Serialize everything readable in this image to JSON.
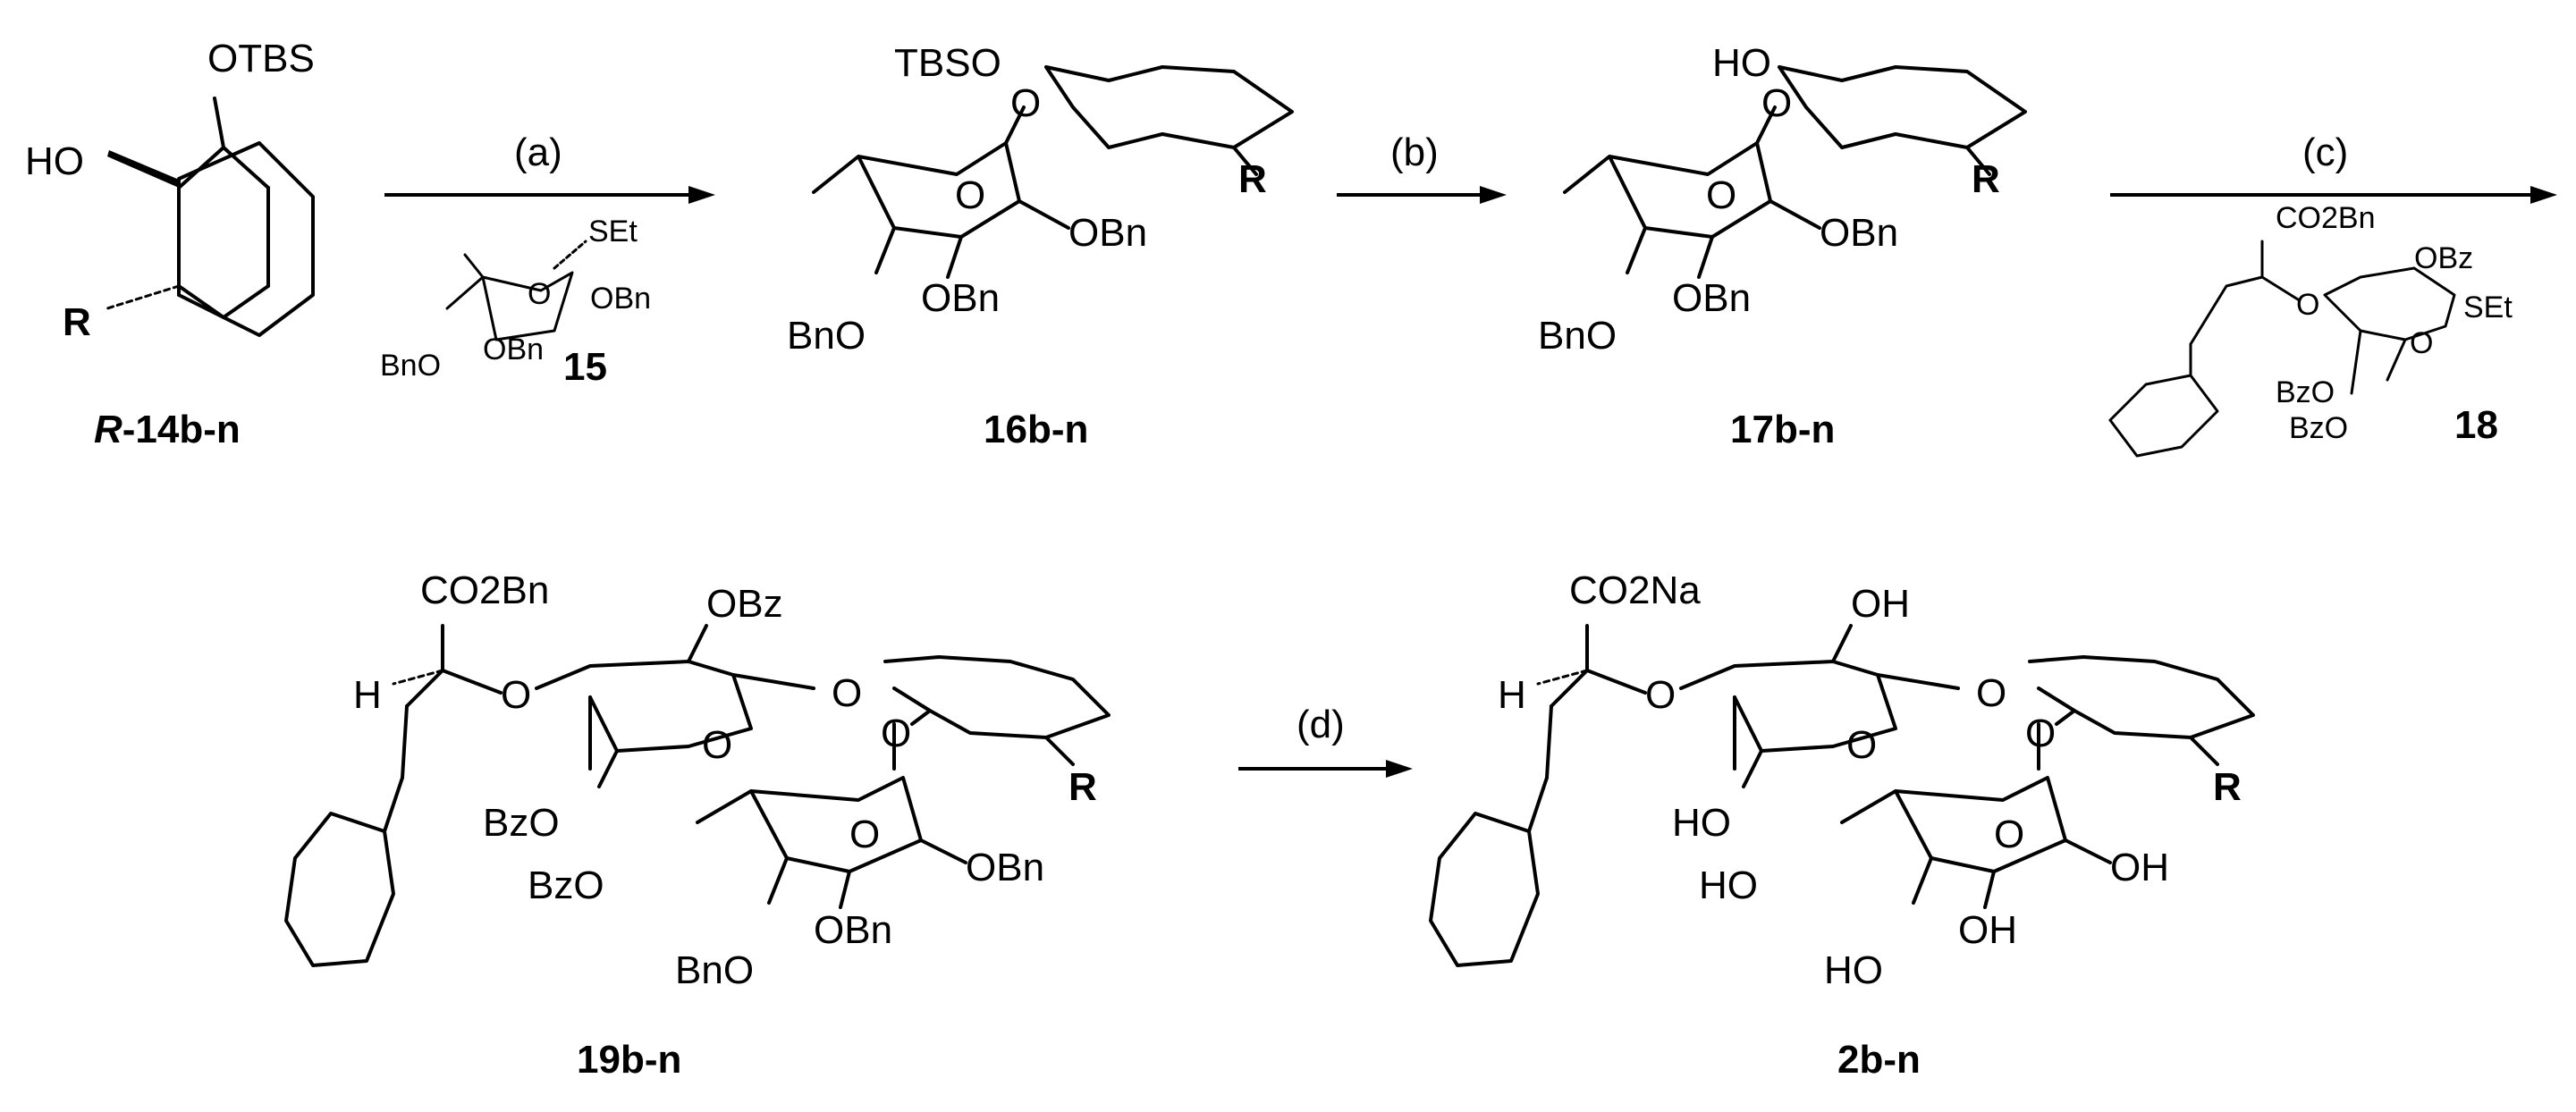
{
  "scheme": {
    "compounds": {
      "c14": {
        "prefix": "R",
        "label": "-14b-n",
        "sub": {
          "otbs": "OTBS",
          "ho": "HO",
          "r": "R"
        }
      },
      "c15": {
        "label": "15",
        "sub": {
          "set": "SEt",
          "obn": "OBn",
          "obn2": "OBn",
          "bno": "BnO"
        }
      },
      "c16": {
        "label": "16b-n",
        "sub": {
          "tbso": "TBSO",
          "o_link": "O",
          "o_ring": "O",
          "r": "R",
          "obn1": "OBn",
          "obn2": "OBn",
          "bno": "BnO"
        }
      },
      "c17": {
        "label": "17b-n",
        "sub": {
          "ho": "HO",
          "o_link": "O",
          "o_ring": "O",
          "r": "R",
          "obn1": "OBn",
          "obn2": "OBn",
          "bno": "BnO"
        }
      },
      "c18": {
        "label": "18",
        "sub": {
          "co2bn": "CO2Bn",
          "o_link": "O",
          "obz": "OBz",
          "set": "SEt",
          "o_ring": "O",
          "bzo1": "BzO",
          "bzo2": "BzO"
        }
      },
      "c19": {
        "label": "19b-n",
        "sub": {
          "co2bn": "CO2Bn",
          "h": "H",
          "o_link": "O",
          "obz": "OBz",
          "o_glyc": "O",
          "o_ring": "O",
          "o_link2": "O",
          "r": "R",
          "bzo1": "BzO",
          "bzo2": "BzO",
          "o_ring2": "O",
          "obn1": "OBn",
          "obn2": "OBn",
          "bno": "BnO"
        }
      },
      "c2": {
        "label": "2b-n",
        "sub": {
          "co2na": "CO2Na",
          "h": "H",
          "o_link": "O",
          "oh1": "OH",
          "o_glyc": "O",
          "o_ring": "O",
          "o_link2": "O",
          "r": "R",
          "ho1": "HO",
          "ho2": "HO",
          "o_ring2": "O",
          "oh2": "OH",
          "oh3": "OH",
          "ho3": "HO"
        }
      }
    },
    "steps": {
      "a": "(a)",
      "b": "(b)",
      "c": "(c)",
      "d": "(d)"
    }
  }
}
